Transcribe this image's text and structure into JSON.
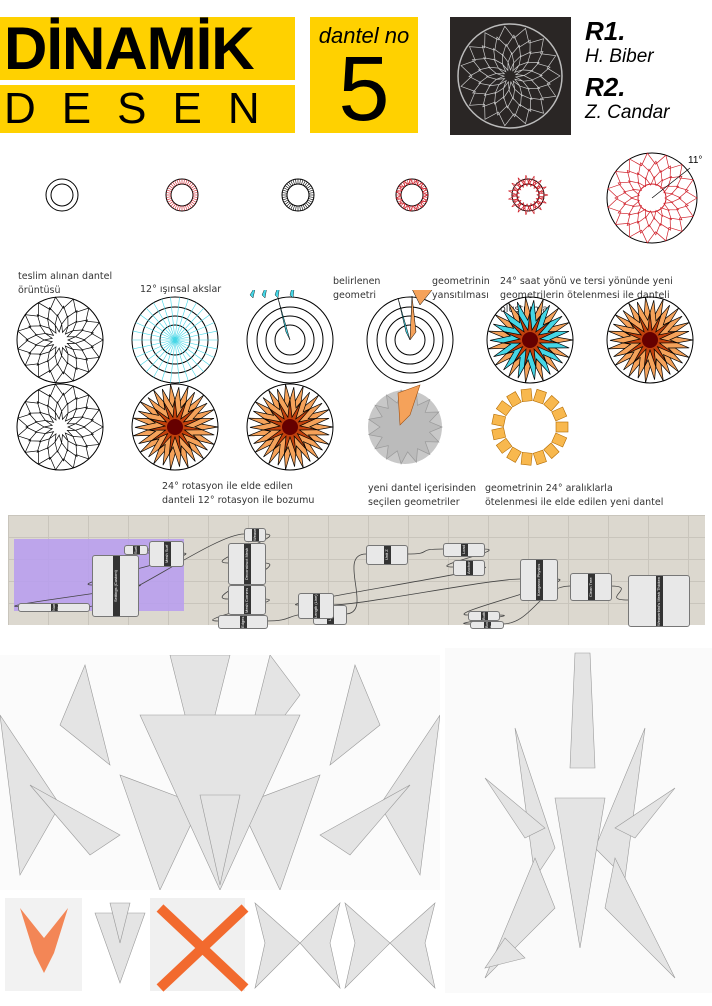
{
  "header": {
    "title_line1": "DİNAMİK",
    "title_line2": "DESEN",
    "dantel_label": "dantel no",
    "dantel_number": "5",
    "credits": [
      {
        "role": "R1.",
        "name": "H. Biber"
      },
      {
        "role": "R2.",
        "name": "Z. Candar"
      }
    ]
  },
  "steps_row": {
    "angle_label": "11°"
  },
  "process": {
    "captions": [
      "teslim alınan dantel örüntüsü",
      "12° ışınsal akslar",
      "belirlenen geometri",
      "geometrinin yansıtılması",
      "24° saat yönü ve tersi yönünde yeni geometrilerin ötelenmesi ile danteli oluşturma",
      "24° rotasyon ile elde edilen danteli 12° rotasyon ile bozumu",
      "yeni dantel içerisinden seçilen geometriler",
      "geometrinin 24° aralıklarla ötelenmesi ile elde edilen yeni dantel"
    ]
  },
  "grasshopper": {
    "nodes": [
      "Surface",
      "Mesh Surf",
      "Settings (Custom)",
      "Number Slider",
      "Weave",
      "Deconstruct Mesh",
      "Mesh Corners",
      "Edges",
      "Length",
      "Unit Z",
      "Load",
      "Anchor",
      "Length (Line)",
      "Kangaroo Physics",
      "Button",
      "Boolean Toggle",
      "Clean Tree",
      "Weaverbird's Mesh Thicken"
    ]
  },
  "colors": {
    "accent": "#FFD100",
    "orange": "#F5A25A",
    "cyan": "#45D6E6",
    "red": "#D0202A"
  }
}
